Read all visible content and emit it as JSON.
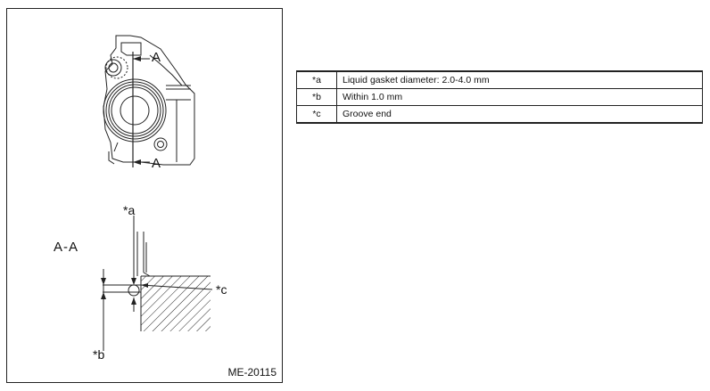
{
  "figure": {
    "section_marker": "A",
    "section_label": "A-A",
    "callouts": {
      "a": "*a",
      "b": "*b",
      "c": "*c"
    },
    "code": "ME-20115"
  },
  "legend": [
    {
      "key": "*a",
      "text": "Liquid gasket diameter: 2.0-4.0 mm"
    },
    {
      "key": "*b",
      "text": "Within 1.0 mm"
    },
    {
      "key": "*c",
      "text": "Groove end"
    }
  ]
}
